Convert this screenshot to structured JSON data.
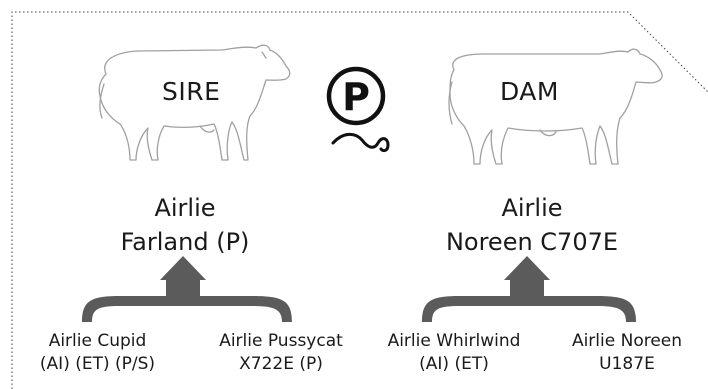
{
  "sire": {
    "label": "SIRE",
    "name_line1": "Airlie",
    "name_line2": "Farland (P)",
    "parents": [
      {
        "line1": "Airlie Cupid",
        "line2": "(AI) (ET) (P/S)"
      },
      {
        "line1": "Airlie Pussycat",
        "line2": "X722E (P)"
      }
    ]
  },
  "dam": {
    "label": "DAM",
    "name_line1": "Airlie",
    "name_line2": "Noreen C707E",
    "parents": [
      {
        "line1": "Airlie Whirlwind",
        "line2": "(AI) (ET)"
      },
      {
        "line1": "Airlie Noreen",
        "line2": "U187E"
      }
    ]
  },
  "polled_symbol": {
    "icon": "polled-p-icon",
    "letter": "P"
  },
  "colors": {
    "text": "#1a1a1a",
    "bracket": "#5b5b5b",
    "outline": "#9a9a9a",
    "border": "#444444"
  }
}
